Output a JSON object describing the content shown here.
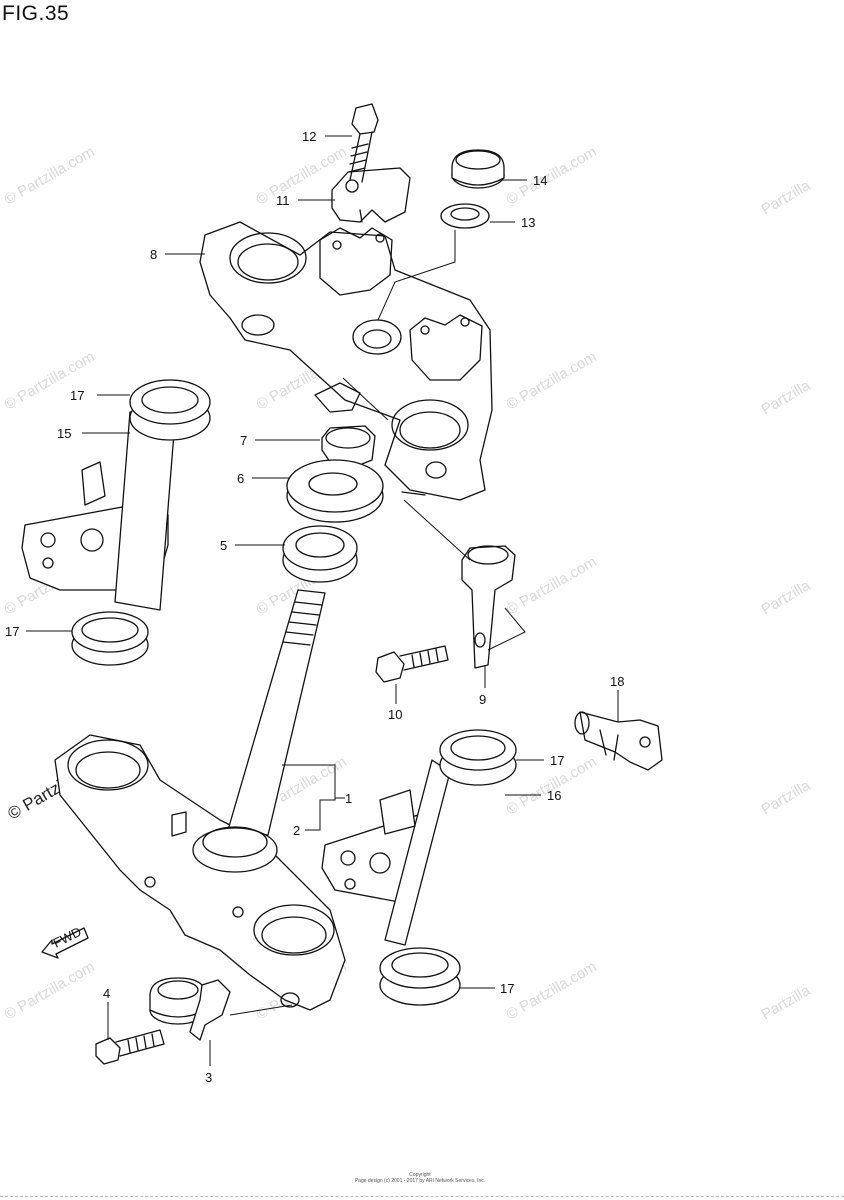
{
  "figure": {
    "title": "FIG.35"
  },
  "callouts": [
    "1",
    "2",
    "3",
    "4",
    "5",
    "6",
    "7",
    "8",
    "9",
    "10",
    "11",
    "12",
    "13",
    "14",
    "15",
    "16",
    "17",
    "18"
  ],
  "labels": {
    "c1": "1",
    "c2": "2",
    "c3": "3",
    "c4": "4",
    "c5": "5",
    "c6": "6",
    "c7": "7",
    "c8": "8",
    "c9": "9",
    "c10": "10",
    "c11": "11",
    "c12": "12",
    "c13": "13",
    "c14": "14",
    "c15": "15",
    "c16": "16",
    "c17a": "17",
    "c17b": "17",
    "c17c": "17",
    "c17d": "17",
    "c18": "18"
  },
  "direction_marker": "FWD",
  "watermark": {
    "text": "© Partzilla.com",
    "side_text": "Partzilla"
  },
  "footer": {
    "line1": "Copyright",
    "line2": "Page design (c) 2001 - 2017 by ARI Network Services, Inc."
  }
}
